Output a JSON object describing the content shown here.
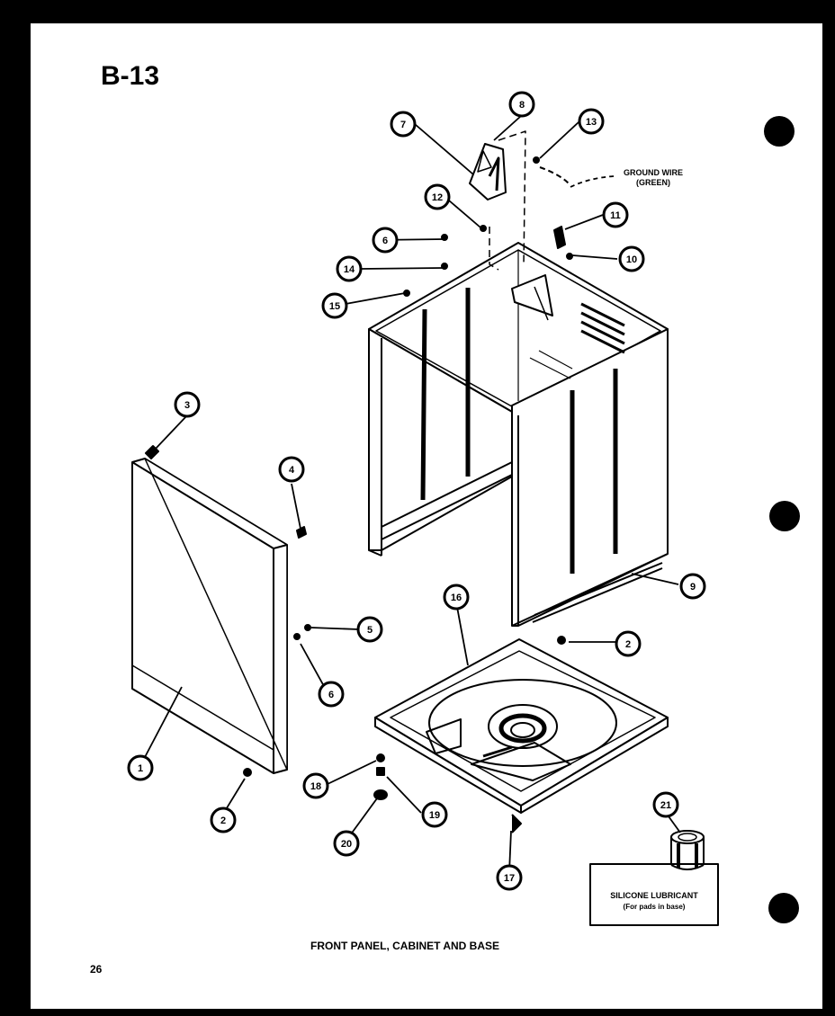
{
  "page": {
    "section_code": "B-13",
    "caption": "FRONT PANEL, CABINET AND BASE",
    "page_number": "26"
  },
  "annotations": {
    "ground_wire_line1": "GROUND WIRE",
    "ground_wire_line2": "(GREEN)",
    "lubricant_title": "SILICONE LUBRICANT",
    "lubricant_note": "(For pads in base)"
  },
  "callouts": [
    {
      "label": "1"
    },
    {
      "label": "2"
    },
    {
      "label": "2"
    },
    {
      "label": "3"
    },
    {
      "label": "4"
    },
    {
      "label": "5"
    },
    {
      "label": "6"
    },
    {
      "label": "6"
    },
    {
      "label": "7"
    },
    {
      "label": "8"
    },
    {
      "label": "9"
    },
    {
      "label": "10"
    },
    {
      "label": "11"
    },
    {
      "label": "12"
    },
    {
      "label": "13"
    },
    {
      "label": "14"
    },
    {
      "label": "15"
    },
    {
      "label": "16"
    },
    {
      "label": "17"
    },
    {
      "label": "18"
    },
    {
      "label": "19"
    },
    {
      "label": "20"
    },
    {
      "label": "21"
    }
  ],
  "colors": {
    "ink": "#000000",
    "paper": "#ffffff"
  }
}
